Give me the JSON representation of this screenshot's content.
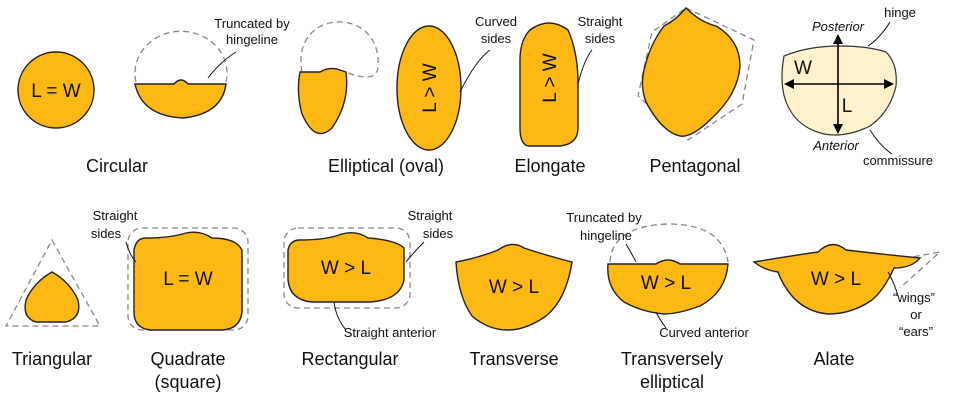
{
  "colors": {
    "shape_fill": "#FDB813",
    "key_fill": "#FFF2CC",
    "outline": "#222222",
    "ghost_outline": "#888888"
  },
  "shapes": {
    "circular": {
      "caption": "Circular",
      "inner": "L = W"
    },
    "circular_truncated": {
      "note_line1": "Truncated by",
      "note_line2": "hingeline"
    },
    "elliptical": {
      "caption": "Elliptical (oval)",
      "inner": "L > W",
      "note_line1": "Curved",
      "note_line2": "sides"
    },
    "elongate": {
      "caption": "Elongate",
      "inner": "L > W",
      "note_line1": "Straight",
      "note_line2": "sides"
    },
    "pentagonal": {
      "caption": "Pentagonal"
    },
    "key": {
      "posterior": "Posterior",
      "anterior": "Anterior",
      "hinge": "hinge",
      "commissure": "commissure",
      "width": "W",
      "length": "L"
    },
    "triangular": {
      "caption": "Triangular"
    },
    "quadrate": {
      "caption_line1": "Quadrate",
      "caption_line2": "(square)",
      "inner": "L = W",
      "note_line1": "Straight",
      "note_line2": "sides"
    },
    "rectangular": {
      "caption": "Rectangular",
      "inner": "W > L",
      "note_line1": "Straight",
      "note_line2": "sides",
      "note_anterior": "Straight anterior"
    },
    "transverse": {
      "caption": "Transverse",
      "inner": "W > L"
    },
    "transversely_elliptical": {
      "caption_line1": "Transversely",
      "caption_line2": "elliptical",
      "inner": "W > L",
      "note_line1": "Truncated by",
      "note_line2": "hingeline",
      "note_anterior": "Curved anterior"
    },
    "alate": {
      "caption": "Alate",
      "inner": "W > L",
      "note_line1": "“wings”",
      "note_line2": "or",
      "note_line3": "“ears”"
    }
  }
}
